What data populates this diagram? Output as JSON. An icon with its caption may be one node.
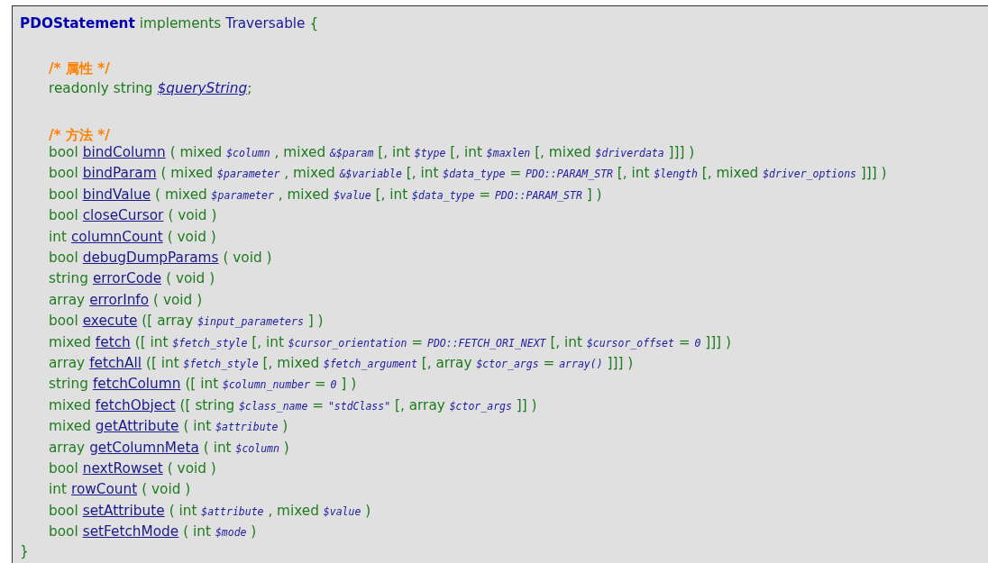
{
  "diagram": {
    "nodes": [
      {
        "text": [
          "PDOStatement",
          "implements",
          "Traversable",
          "{",
          "/* 属性 */",
          "readonly string",
          "$queryString",
          ";",
          "/* 方法 */",
          "bool",
          "bindColumn",
          "( mixed *$column* , mixed *&$param* [, int *$type* [, int *$maxlen* [, mixed *$driverdata* ]]] )",
          "bool",
          "bindParam",
          "( mixed *$parameter* , mixed *&$variable* [, int *$data_type* = *PDO::PARAM_STR* [, int *$length* [, mixed *$driver_options* ]]] )",
          "bool",
          "bindValue",
          "( mixed *$parameter* , mixed *$value* [, int *$data_type* = *PDO::PARAM_STR* ] )",
          "bool",
          "closeCursor",
          "( void )",
          "int",
          "columnCount",
          "( void )",
          "bool",
          "debugDumpParams",
          "( void )",
          "string",
          "errorCode",
          "( void )",
          "array",
          "errorInfo",
          "( void )",
          "bool",
          "execute",
          "([ array *$input_parameters* ] )",
          "mixed",
          "fetch",
          "([ int *$fetch_style* [, int *$cursor_orientation* = *PDO::FETCH_ORI_NEXT* [, int *$cursor_offset* = *0* ]]] )",
          "array",
          "fetchAll",
          "([ int *$fetch_style* [, mixed *$fetch_argument* [, array *$ctor_args* = *array()* ]]] )",
          "string",
          "fetchColumn",
          "([ int *$column_number* = *0* ] )",
          "mixed",
          "fetchObject",
          "([ string *$class_name* = *\"stdClass\"* [, array *$ctor_args* ]] )",
          "mixed",
          "getAttribute",
          "( int *$attribute* )",
          "array",
          "getColumnMeta",
          "( int *$column* )",
          "bool",
          "nextRowset",
          "( void )",
          "int",
          "rowCount",
          "( void )",
          "bool",
          "setAttribute",
          "( int *$attribute* , mixed *$value* )",
          "bool",
          "setFetchMode",
          "( int *$mode* )",
          "}"
        ]
      }
    ]
  }
}
